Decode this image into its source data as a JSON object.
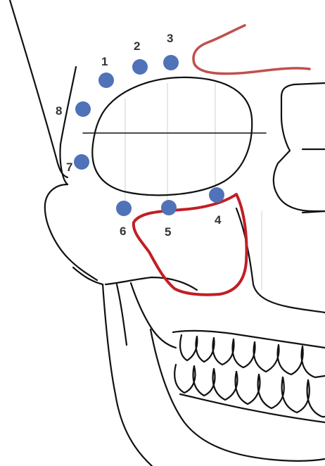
{
  "colors": {
    "point_fill": "#4f72b8",
    "red_outline": "#c21e25",
    "brow_line": "#c0504d",
    "skull_outline": "#111111"
  },
  "points": [
    {
      "label": "1"
    },
    {
      "label": "2"
    },
    {
      "label": "3"
    },
    {
      "label": "4"
    },
    {
      "label": "5"
    },
    {
      "label": "6"
    },
    {
      "label": "7"
    },
    {
      "label": "8"
    }
  ]
}
